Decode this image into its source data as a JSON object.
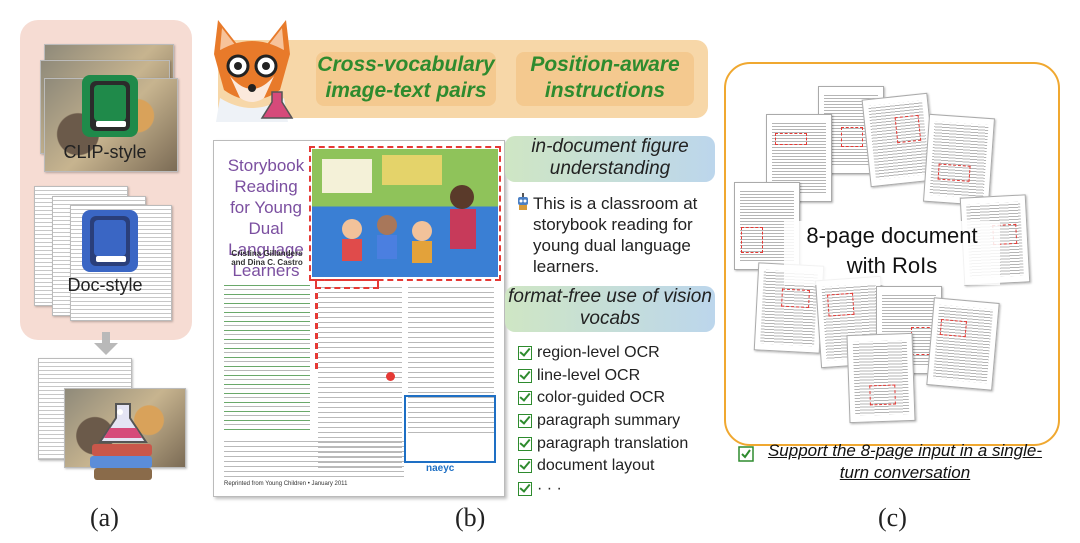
{
  "panel_a": {
    "clip_label": "CLIP-style",
    "doc_label": "Doc-style",
    "caption": "(a)"
  },
  "panel_b": {
    "banner_left": "Cross-vocabulary image-text pairs",
    "banner_right": "Position-aware instructions",
    "doc_title": "Storybook Reading for Young Dual Language Learners",
    "doc_authors": "Cristina Gillanders and Dina C. Castro",
    "doc_footer": "Reprinted from Young Children • January 2011",
    "figure_ribbon": "in-document figure understanding",
    "answer": "This is a classroom at storybook reading for young dual language learners.",
    "vocab_ribbon": "format-free use of vision vocabs",
    "tasks": [
      "region-level OCR",
      "line-level OCR",
      "color-guided OCR",
      "paragraph summary",
      "paragraph translation",
      "document layout",
      "· · ·"
    ],
    "caption": "(b)",
    "colors": {
      "accent_green": "#2e8b2e",
      "roi_red": "#e53935",
      "roi_blue": "#1e6fc4"
    }
  },
  "panel_c": {
    "label": "8-page document with RoIs",
    "support": "Support the 8-page input in a single-turn conversation",
    "caption": "(c)",
    "border_color": "#f0a830"
  }
}
